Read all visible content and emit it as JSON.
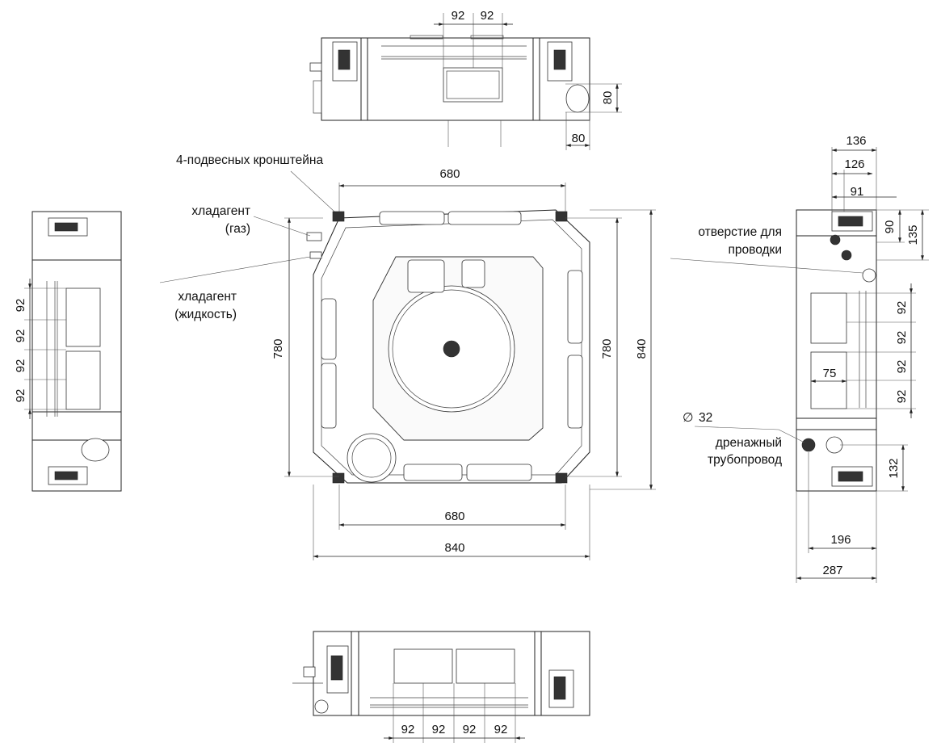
{
  "labels": {
    "hanger_brackets": "4-подвесных кронштейна",
    "refrigerant_gas_1": "хладагент",
    "refrigerant_gas_2": "(газ)",
    "refrigerant_liquid_1": "хладагент",
    "refrigerant_liquid_2": "(жидкость)",
    "wiring_hole_1": "отверстие для",
    "wiring_hole_2": "проводки",
    "diameter_symbol": "∅",
    "drain_diameter": "32",
    "drain_pipe_1": "дренажный",
    "drain_pipe_2": "трубопровод"
  },
  "dimensions": {
    "top_view": {
      "spacing_a": "92",
      "spacing_b": "92",
      "port_height": "80",
      "port_width": "80"
    },
    "main_view": {
      "bracket_width_top": "680",
      "bracket_width_bottom": "680",
      "overall_width": "840",
      "left_height": "780",
      "right_height": "780",
      "overall_height": "840"
    },
    "left_view": {
      "s1": "92",
      "s2": "92",
      "s3": "92",
      "s4": "92"
    },
    "right_view": {
      "w136": "136",
      "w126": "126",
      "w91": "91",
      "h90": "90",
      "h135": "135",
      "s1": "92",
      "s2": "92",
      "s3": "92",
      "s4": "92",
      "w75": "75",
      "h132": "132",
      "w196": "196",
      "w287": "287"
    },
    "bottom_view": {
      "s1": "92",
      "s2": "92",
      "s3": "92",
      "s4": "92"
    }
  }
}
